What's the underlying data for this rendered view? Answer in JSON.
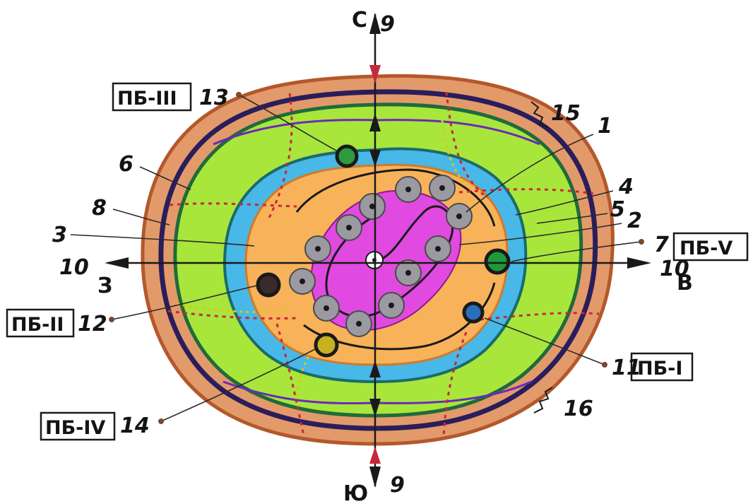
{
  "directions": {
    "north": "С",
    "south": "Ю",
    "west": "З",
    "east": "В"
  },
  "axis_labels": {
    "ns_top": "9",
    "ns_bottom": "9",
    "we_left": "10",
    "we_right": "10"
  },
  "callouts": [
    {
      "id": "1",
      "text": "1"
    },
    {
      "id": "2",
      "text": "2"
    },
    {
      "id": "3",
      "text": "3"
    },
    {
      "id": "4",
      "text": "4"
    },
    {
      "id": "5",
      "text": "5"
    },
    {
      "id": "6",
      "text": "6"
    },
    {
      "id": "7",
      "text": "7",
      "tag": "ПБ-V"
    },
    {
      "id": "8",
      "text": "8"
    },
    {
      "id": "11",
      "text": "11",
      "tag": "ПБ-I"
    },
    {
      "id": "12",
      "text": "12",
      "tag": "ПБ-II"
    },
    {
      "id": "13",
      "text": "13",
      "tag": "ПБ-III"
    },
    {
      "id": "14",
      "text": "14",
      "tag": "ПБ-IV"
    },
    {
      "id": "15",
      "text": "15"
    },
    {
      "id": "16",
      "text": "16"
    }
  ],
  "colors": {
    "outer_crust": "#e39a6a",
    "outer_edge": "#c96a3c",
    "dark_band": "#2a1d5c",
    "green_zone": "#a8e63c",
    "green_border": "#1f6b3a",
    "blue_zone": "#48b8e8",
    "orange_zone": "#f7b25a",
    "magenta_core": "#e04ae0",
    "grey_node": "#9a9aa0",
    "red_axis": "#c8283c",
    "purple_line": "#6a2ab8"
  }
}
